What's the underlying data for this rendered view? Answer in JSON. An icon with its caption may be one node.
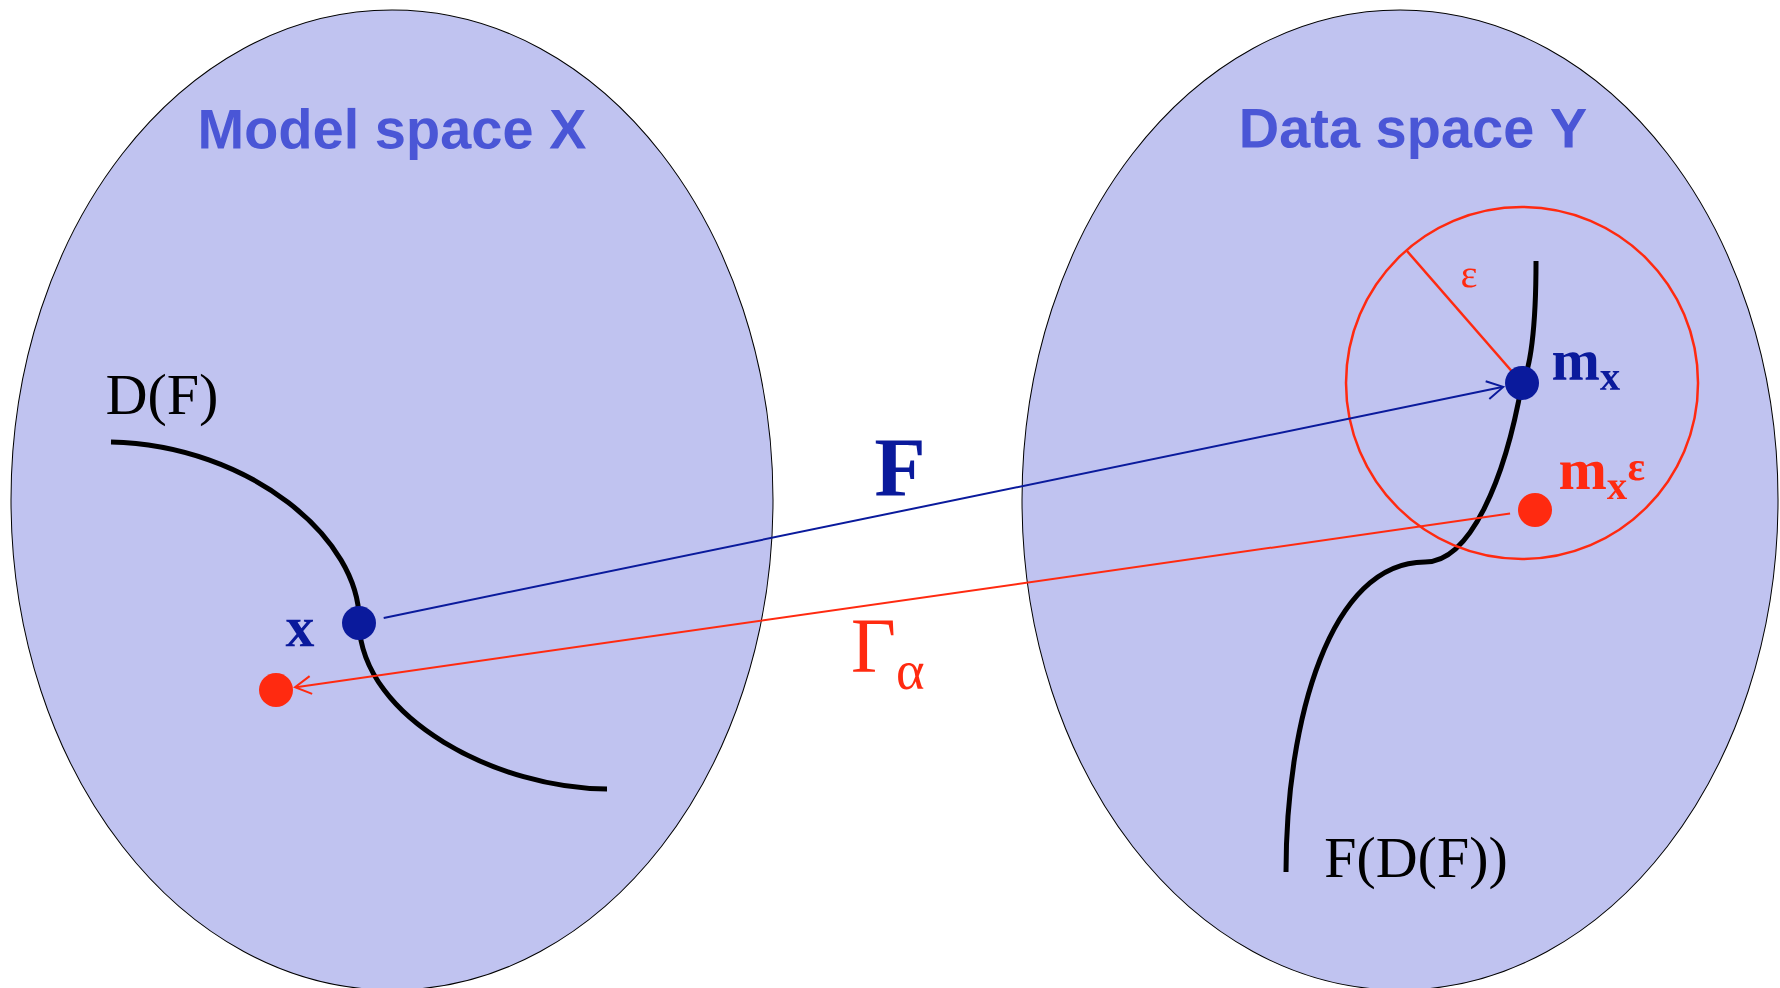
{
  "diagram": {
    "nodes": [
      {
        "text": [
          "Model space X"
        ]
      },
      {
        "text": [],
        "shape": "circle",
        "beside": [
          "x"
        ],
        "in": 0
      },
      {
        "text": [],
        "shape": "circle",
        "in": 0
      },
      {
        "text": [
          "Data space Y"
        ]
      },
      {
        "text": [
          "ε"
        ],
        "in": 3
      },
      {
        "text": [],
        "shape": "circle",
        "beside": [
          "m$_{x}$"
        ],
        "in": 4
      },
      {
        "text": [],
        "shape": "circle",
        "beside": [
          "m$_{x}$$^{ε}$"
        ],
        "in": 4
      }
    ],
    "edges": [
      {
        "from": 1,
        "to": 5,
        "arrow": "to",
        "label": "F",
        "color": "#0a1a9c"
      },
      {
        "from": 6,
        "to": 2,
        "arrow": "to",
        "label": "Γ$_{α}$",
        "color": "#ff2a10"
      }
    ],
    "labels": [
      "D(F)",
      "F(D(F))"
    ]
  }
}
